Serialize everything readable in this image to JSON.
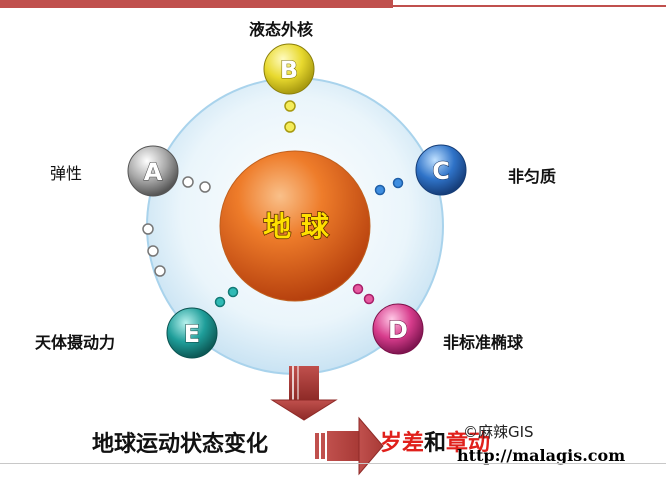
{
  "center": {
    "label": "地 球"
  },
  "nodes": [
    {
      "letter": "B",
      "label": "液态外核",
      "color": "#e6d62c"
    },
    {
      "letter": "C",
      "label": "非匀质",
      "color": "#2f73c8"
    },
    {
      "letter": "D",
      "label": "非标准椭球",
      "color": "#d73c8c"
    },
    {
      "letter": "E",
      "label": "天体摄动力",
      "color": "#1f9e9a"
    },
    {
      "letter": "A",
      "label": "弹性",
      "color": "#8a8a8a"
    }
  ],
  "bottom": {
    "text": "地球运动状态变化",
    "result_part1": "岁差",
    "result_part2": "和",
    "result_part3": "章动"
  },
  "watermark": {
    "copyright": "©麻辣GIS",
    "url": "http://malagis.com"
  },
  "colors": {
    "accent": "#c0504d",
    "earth": "#e36d1c",
    "ring": "#d6ecf7"
  }
}
